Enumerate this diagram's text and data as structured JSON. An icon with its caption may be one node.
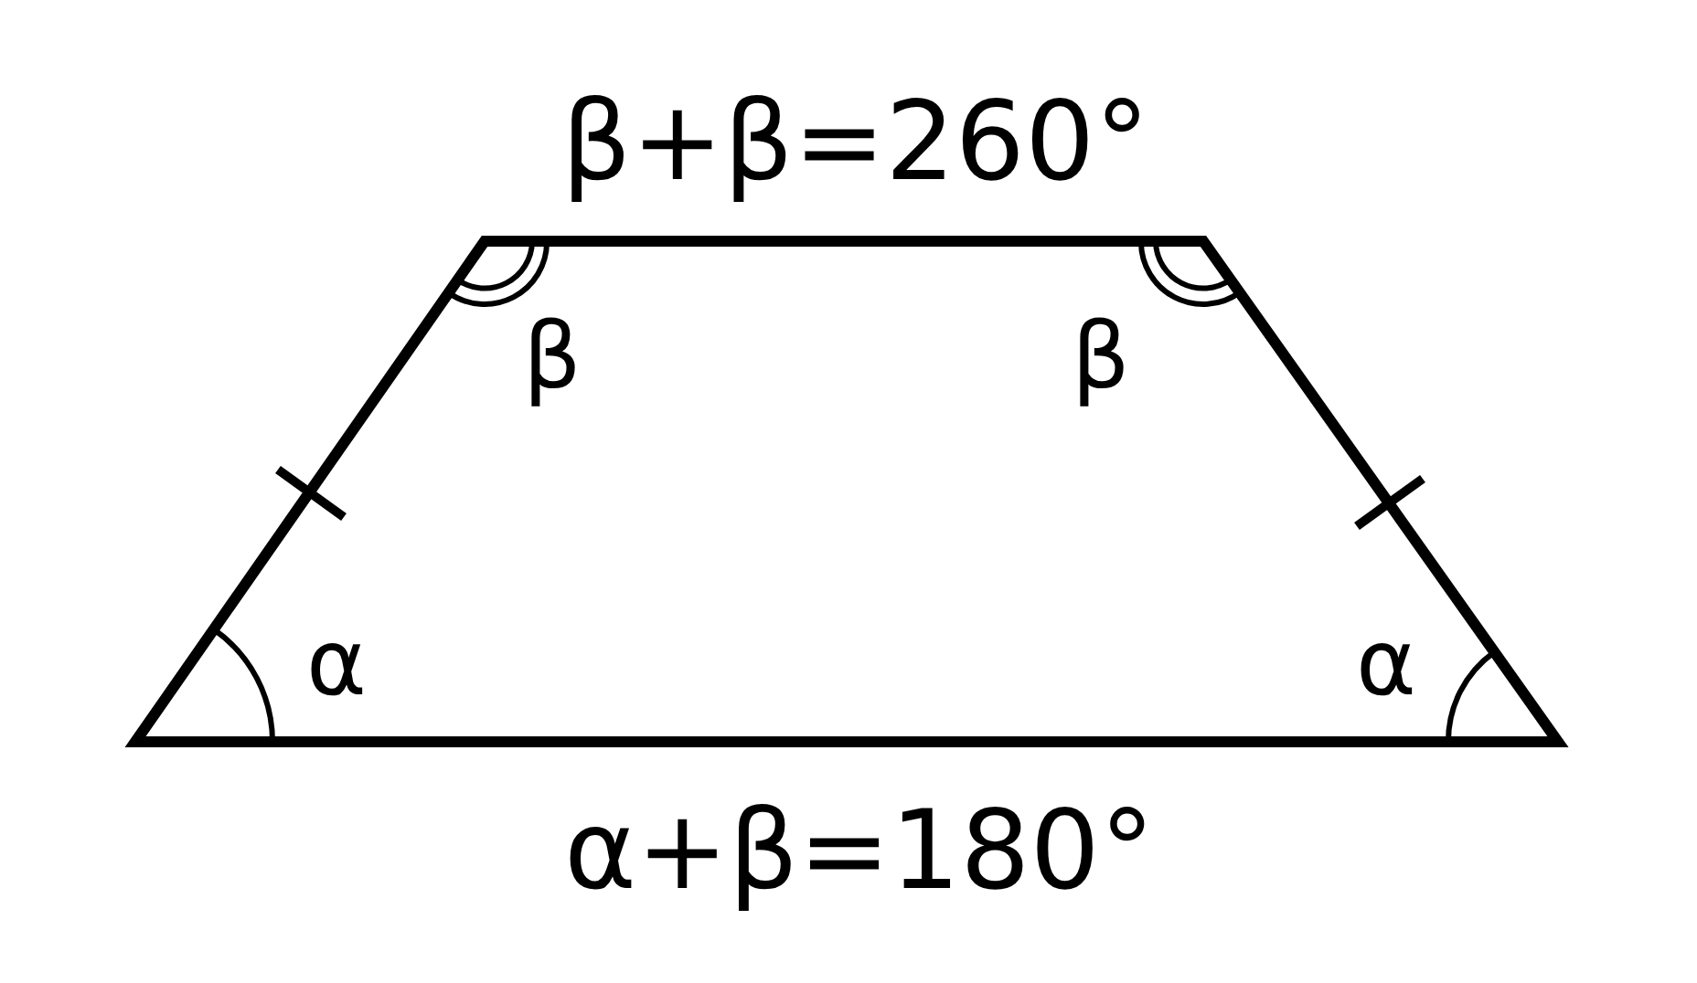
{
  "diagram": {
    "labels": [
      "β+β=260°",
      "β",
      "β",
      "α",
      "α",
      "α+β=180°"
    ]
  }
}
